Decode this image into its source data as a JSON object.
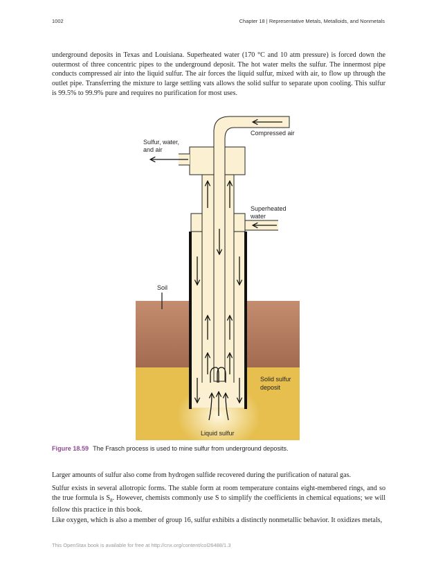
{
  "header": {
    "page_number": "1002",
    "chapter": "Chapter 18 | Representative Metals, Metalloids, and Nonmetals"
  },
  "paragraphs": {
    "p1": "underground deposits in Texas and Louisiana. Superheated water (170 °C and 10 atm pressure) is forced down the outermost of three concentric pipes to the underground deposit. The hot water melts the sulfur. The innermost pipe conducts compressed air into the liquid sulfur. The air forces the liquid sulfur, mixed with air, to flow up through the outlet pipe. Transferring the mixture to large settling vats allows the solid sulfur to separate upon cooling. This sulfur is 99.5% to 99.9% pure and requires no purification for most uses.",
    "p2": "Larger amounts of sulfur also come from hydrogen sulfide recovered during the purification of natural gas.",
    "p3_a": "Sulfur exists in several allotropic forms. The stable form at room temperature contains eight-membered rings, and so the true formula is S",
    "p3_sub": "8",
    "p3_b": ". However, chemists commonly use S to simplify the coefficients in chemical equations; we will follow this practice in this book.",
    "p4": "Like oxygen, which is also a member of group 16, sulfur exhibits a distinctly nonmetallic behavior. It oxidizes metals,"
  },
  "figure": {
    "labels": {
      "compressed_air": "Compressed air",
      "sulfur_water_air_1": "Sulfur, water,",
      "sulfur_water_air_2": "and air",
      "superheated_1": "Superheated",
      "superheated_2": "water",
      "soil": "Soil",
      "solid_sulfur_1": "Solid sulfur",
      "solid_sulfur_2": "deposit",
      "liquid_sulfur": "Liquid sulfur"
    },
    "colors": {
      "soil": "#b67d61",
      "sulfur_deposit": "#e6bf4f",
      "pipe_fill": "#fbf1d2",
      "figure_label": "#8f4a91"
    }
  },
  "caption": {
    "figure_label": "Figure 18.59",
    "text": "The Frasch process is used to mine sulfur from underground deposits."
  },
  "footer": {
    "text": "This OpenStax book is available for free at http://cnx.org/content/col26488/1.3"
  }
}
